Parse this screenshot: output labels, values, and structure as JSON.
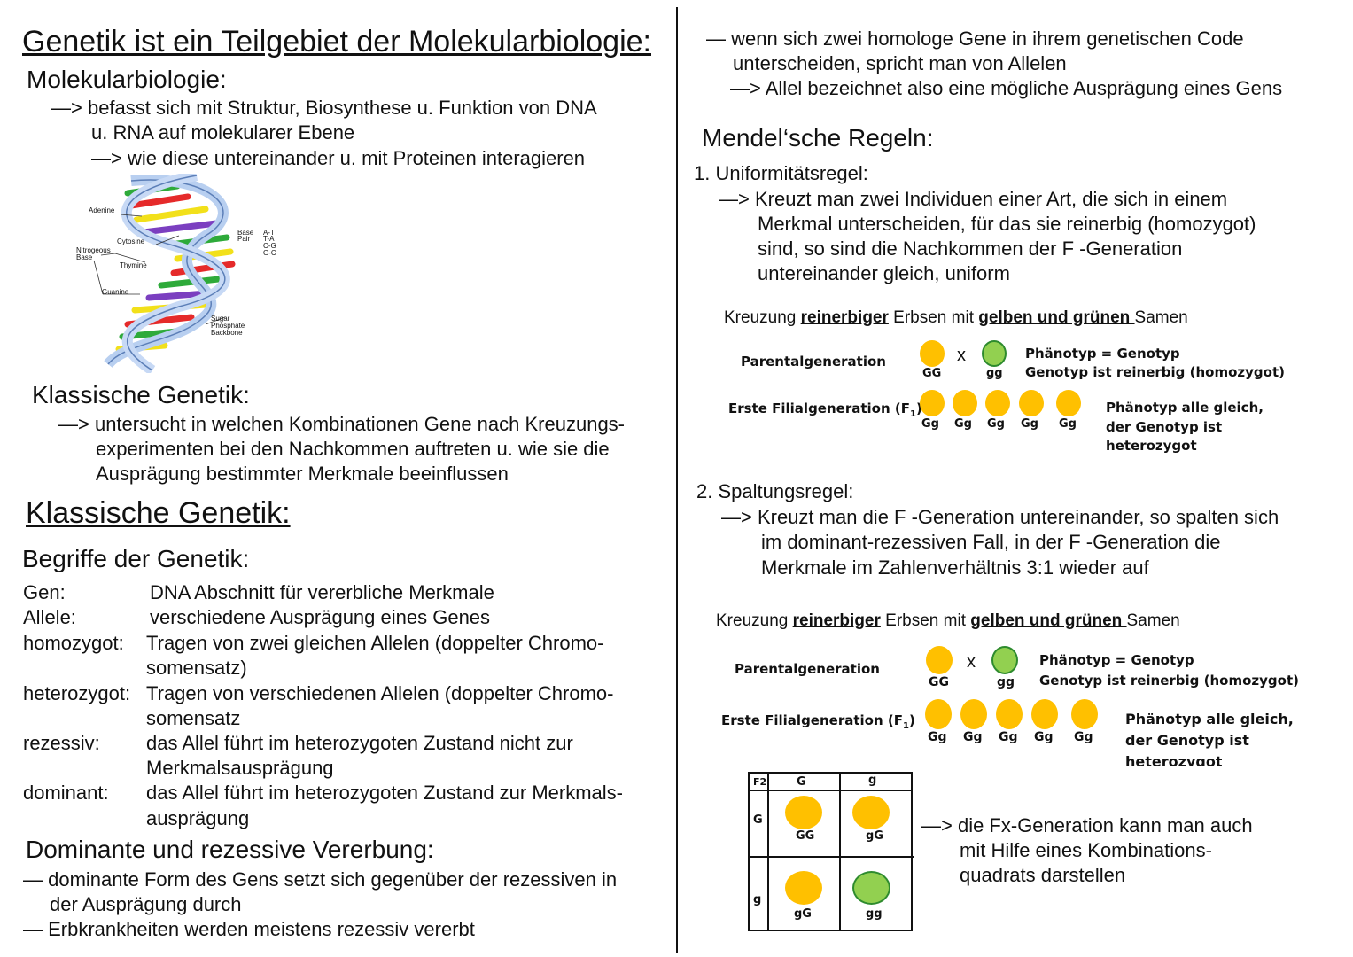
{
  "left": {
    "title": "Genetik ist ein Teilgebiet der Molekularbiologie:",
    "mol_heading": "Molekularbiologie:",
    "mol_lines": [
      "—> befasst sich mit Struktur, Biosynthese u. Funktion von DNA",
      "u. RNA auf molekularer Ebene",
      "—> wie diese untereinander u. mit Proteinen interagieren"
    ],
    "dna_labels": {
      "adenine": "Adenine",
      "cytosine": "Cytosine",
      "nitrogeous": "Nitrogeous",
      "base": "Base",
      "thymine": "Thymine",
      "guanine": "Guanine",
      "base_pair": "Base",
      "pair": "Pair",
      "pairs": [
        "A-T",
        "T-A",
        "C-G",
        "G-C"
      ],
      "sugar": "Sugar",
      "phosphate": "Phosphate",
      "backbone": "Backbone"
    },
    "klassisch_heading": "Klassische Genetik:",
    "klassisch_lines": [
      "—> untersucht in welchen Kombinationen Gene nach Kreuzungs-",
      "experimenten bei den Nachkommen auftreten u. wie sie die",
      "Ausprägung bestimmter Merkmale beeinflussen"
    ],
    "klassisch_title": "Klassische Genetik:",
    "begriffe_heading": "Begriffe der Genetik:",
    "terms": [
      {
        "term": "Gen:",
        "def": [
          "DNA Abschnitt für vererbliche Merkmale"
        ]
      },
      {
        "term": "Allele:",
        "def": [
          "verschiedene Ausprägung eines Genes"
        ]
      },
      {
        "term": "homozygot:",
        "def": [
          "Tragen von zwei gleichen Allelen (doppelter Chromo-",
          "somensatz)"
        ]
      },
      {
        "term": "heterozygot:",
        "def": [
          "Tragen von verschiedenen Allelen (doppelter Chromo-",
          "somensatz"
        ]
      },
      {
        "term": "rezessiv:",
        "def": [
          "das Allel führt im heterozygoten Zustand nicht zur",
          "Merkmalsausprägung"
        ]
      },
      {
        "term": "dominant:",
        "def": [
          "das Allel führt im heterozygoten Zustand zur Merkmals-",
          "ausprägung"
        ]
      }
    ],
    "dominant_heading": "Dominante und rezessive Vererbung:",
    "dominant_lines": [
      "— dominante Form des Gens setzt sich gegenüber der rezessiven in",
      "der Ausprägung durch",
      "— Erbkrankheiten werden meistens rezessiv vererbt"
    ]
  },
  "right": {
    "allele_lines": [
      "— wenn sich zwei homologe Gene in ihrem genetischen Code",
      "unterscheiden, spricht man von Allelen",
      "—> Allel bezeichnet also eine mögliche Ausprägung eines Gens"
    ],
    "mendel_heading": "Mendel‘sche Regeln:",
    "rule1_heading": "1. Uniformitätsregel:",
    "rule1_lines": [
      "—> Kreuzt man zwei Individuen einer Art, die sich in einem",
      "Merkmal unterscheiden, für das sie reinerbig (homozygot)",
      "sind, so sind die Nachkommen der F -Generation",
      "untereinander gleich, uniform"
    ],
    "rule2_heading": "2. Spaltungsregel:",
    "rule2_lines": [
      "—> Kreuzt man die F -Generation untereinander, so spalten sich",
      "im dominant-rezessiven Fall, in der F -Generation die",
      "Merkmale im Zahlenverhältnis 3:1 wieder auf"
    ],
    "cross": {
      "prefix": "Kreuzung ",
      "bold1": "reinerbiger",
      "mid": " Erbsen mit ",
      "bold2": "gelben und grünen ",
      "suffix": "Samen",
      "parental": "Parentalgeneration",
      "x": "x",
      "GG": "GG",
      "gg": "gg",
      "phen1": "Phänotyp = Genotyp",
      "phen2": "Genotyp ist reinerbig  (homozygot)",
      "filial": "Erste Filialgeneration (F",
      "filial_sub": "1",
      "filial_end": ")",
      "Gg": "Gg",
      "f1a": "Phänotyp alle gleich,",
      "f1b": "der Genotyp  ist",
      "f1c": "heterozygot"
    },
    "grid": {
      "corner": "F2",
      "col1": "G",
      "col2": "g",
      "row1": "G",
      "row2": "g",
      "c11": "GG",
      "c12": "gG",
      "c21": "gG",
      "c22": "gg"
    },
    "grid_note": [
      "—> die Fx-Generation kann man auch",
      "mit Hilfe eines Kombinations-",
      "quadrats darstellen"
    ]
  },
  "colors": {
    "yellow": "#ffc000",
    "green": "#92d050"
  }
}
